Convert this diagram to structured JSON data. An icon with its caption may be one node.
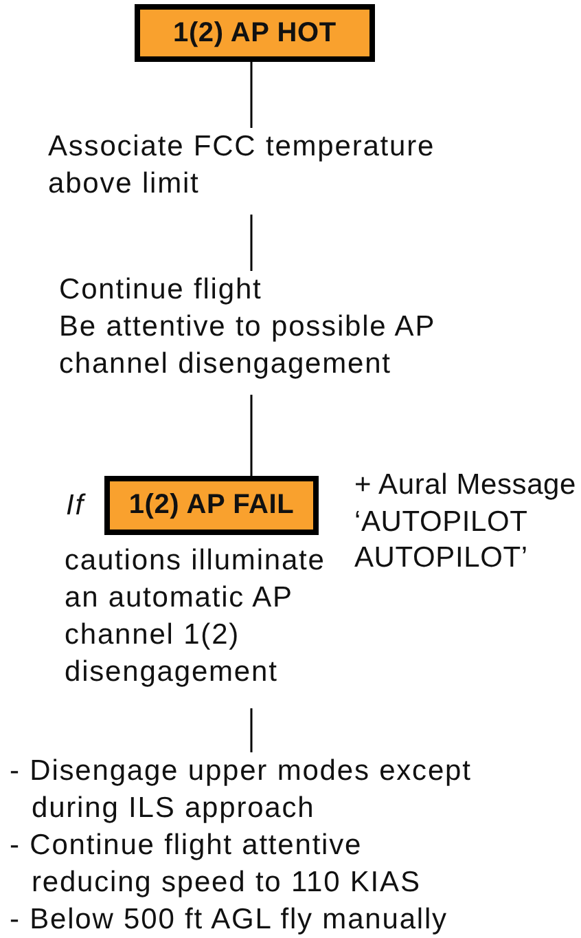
{
  "diagram": {
    "nodes": [
      {
        "text": [
          "1(2) AP HOT"
        ]
      },
      {
        "text": [
          "Associate FCC temperature above limit"
        ]
      },
      {
        "text": [
          "Continue flight",
          "Be attentive to possible AP channel disengagement"
        ]
      },
      {
        "text": [
          "1(2) AP FAIL"
        ],
        "beside": [
          "If"
        ]
      },
      {
        "text": [
          "cautions illuminate an automatic AP channel 1(2) disengagement"
        ]
      },
      {
        "text": [
          "- Disengage upper modes except during ILS approach",
          "- Continue flight attentive reducing speed to 110 KIAS",
          "- Below 500 ft AGL fly manually"
        ]
      }
    ],
    "edges": [
      {
        "from": 0,
        "to": 1,
        "arrow": "none"
      },
      {
        "from": 1,
        "to": 2,
        "arrow": "none"
      },
      {
        "from": 2,
        "to": 3,
        "arrow": "none"
      },
      {
        "from": 4,
        "to": 5,
        "arrow": "none"
      }
    ],
    "labels": [
      "+ Aural Message ‘AUTOPILOT AUTOPILOT’"
    ]
  }
}
